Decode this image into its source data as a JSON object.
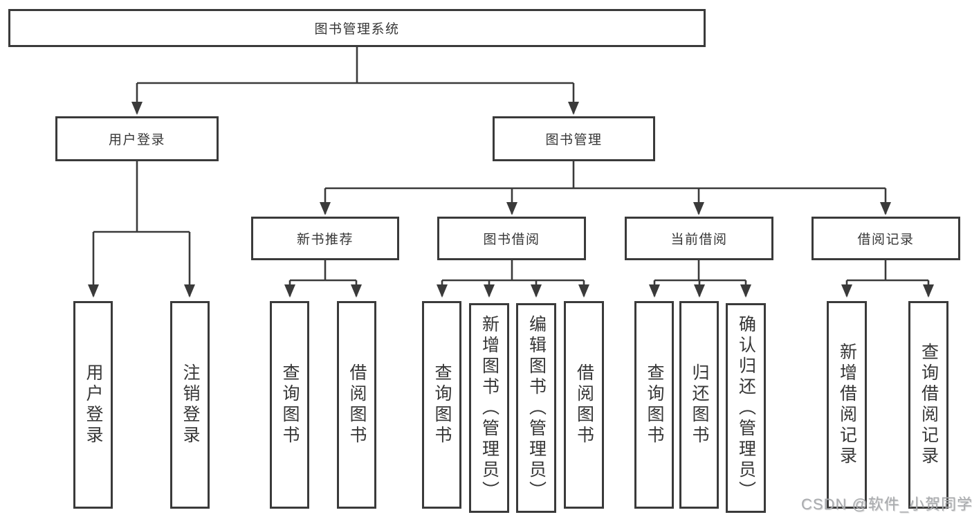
{
  "tree": {
    "label": "图书管理系统",
    "children": [
      {
        "label": "用户登录",
        "children": [
          {
            "label": "用户登录"
          },
          {
            "label": "注销登录"
          }
        ]
      },
      {
        "label": "图书管理",
        "children": [
          {
            "label": "新书推荐",
            "children": [
              {
                "label": "查询图书"
              },
              {
                "label": "借阅图书"
              }
            ]
          },
          {
            "label": "图书借阅",
            "children": [
              {
                "label": "查询图书"
              },
              {
                "label": "新增图书（管理员）"
              },
              {
                "label": "编辑图书（管理员）"
              },
              {
                "label": "借阅图书"
              }
            ]
          },
          {
            "label": "当前借阅",
            "children": [
              {
                "label": "查询图书"
              },
              {
                "label": "归还图书"
              },
              {
                "label": "确认归还（管理员）"
              }
            ]
          },
          {
            "label": "借阅记录",
            "children": [
              {
                "label": "新增借阅记录"
              },
              {
                "label": "查询借阅记录"
              }
            ]
          }
        ]
      }
    ]
  },
  "watermark": "CSDN @软件_小贺同学",
  "colors": {
    "line": "#3a3a3a",
    "text": "#363636",
    "watermark": "#a9abae",
    "background": "#ffffff"
  }
}
